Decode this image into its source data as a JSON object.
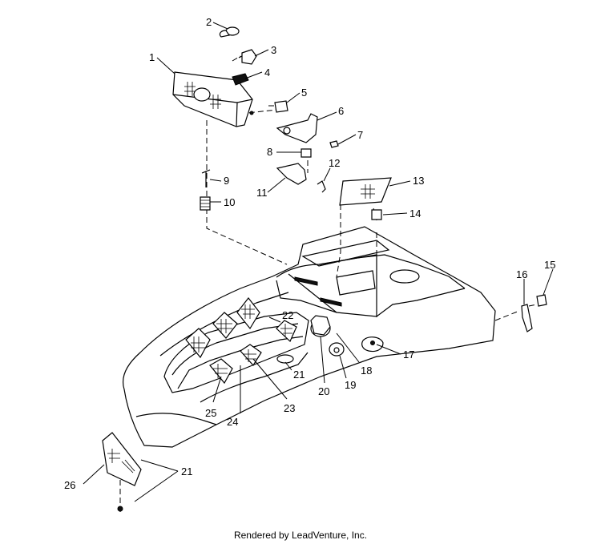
{
  "credit": "Rendered by LeadVenture, Inc.",
  "callouts": [
    "1",
    "2",
    "3",
    "4",
    "5",
    "6",
    "7",
    "8",
    "9",
    "10",
    "11",
    "12",
    "13",
    "14",
    "15",
    "16",
    "17",
    "18",
    "19",
    "20",
    "21",
    "21",
    "22",
    "23",
    "24",
    "25",
    "26"
  ]
}
